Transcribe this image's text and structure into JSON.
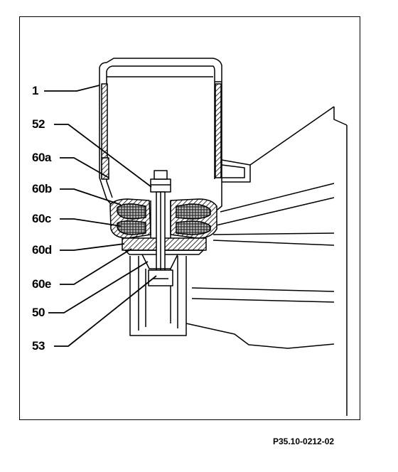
{
  "callouts": [
    {
      "id": "1",
      "label": "1"
    },
    {
      "id": "52",
      "label": "52"
    },
    {
      "id": "60a",
      "label": "60a"
    },
    {
      "id": "60b",
      "label": "60b"
    },
    {
      "id": "60c",
      "label": "60c"
    },
    {
      "id": "60d",
      "label": "60d"
    },
    {
      "id": "60e",
      "label": "60e"
    },
    {
      "id": "50",
      "label": "50"
    },
    {
      "id": "53",
      "label": "53"
    }
  ],
  "figure_ref": "P35.10-0212-02",
  "colors": {
    "ink": "#000000",
    "paper": "#ffffff"
  }
}
